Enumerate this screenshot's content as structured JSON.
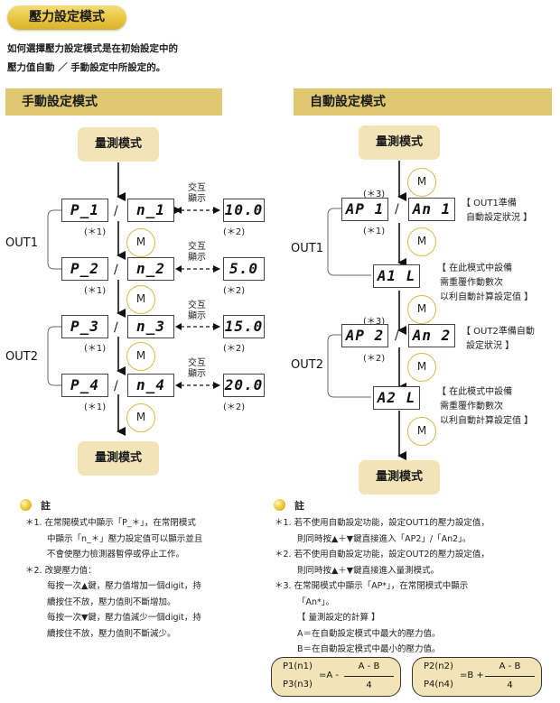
{
  "header": {
    "title": "壓力設定模式",
    "intro_lines": [
      "如何選擇壓力設定模式是在初始設定中的",
      "壓力值自動 ／ 手動設定中所設定的。"
    ]
  },
  "manual": {
    "section_title": "手動設定模式",
    "start_mode": "量測模式",
    "end_mode": "量測模式",
    "rows": [
      {
        "p": "P_1",
        "n": "n_1",
        "value": "10.0",
        "note1": "(＊1)",
        "note2": "(＊2)",
        "exchange": [
          "交互",
          "顯示"
        ]
      },
      {
        "p": "P_2",
        "n": "n_2",
        "value": "5.0",
        "note1": "(＊1)",
        "note2": "(＊2)",
        "exchange": [
          "交互",
          "顯示"
        ]
      },
      {
        "p": "P_3",
        "n": "n_3",
        "value": "15.0",
        "note1": "(＊1)",
        "note2": "(＊2)",
        "exchange": [
          "交互",
          "顯示"
        ]
      },
      {
        "p": "P_4",
        "n": "n_4",
        "value": "20.0",
        "note1": "(＊1)",
        "note2": "(＊2)",
        "exchange": [
          "交互",
          "顯示"
        ]
      }
    ],
    "slash": "/",
    "m_label": "M",
    "out_labels": [
      "OUT1",
      "OUT2"
    ]
  },
  "auto": {
    "section_title": "自動設定模式",
    "start_mode": "量測模式",
    "end_mode": "量測模式",
    "m_label": "M",
    "slash": "/",
    "out_labels": [
      "OUT1",
      "OUT2"
    ],
    "ap1": "AP 1",
    "an1": "An 1",
    "ap1_top": "(＊3)",
    "ap1_bottom": "(＊1)",
    "ap1_desc": [
      "【 OUT1準備",
      "自動設定狀況 】"
    ],
    "a1l": "A1 L",
    "a1l_desc": [
      "【 在此模式中設備",
      "需重覆作動數次",
      "以利自動計算設定值 】"
    ],
    "ap2": "AP 2",
    "an2": "An 2",
    "ap2_top": "(＊3)",
    "ap2_bottom": "(＊2)",
    "ap2_desc": [
      "【 OUT2準備自動",
      "設定狀況 】"
    ],
    "a2l": "A2 L",
    "a2l_desc": [
      "【 在此模式中設備",
      "需重覆作動數次",
      "以利自動計算設定值 】"
    ]
  },
  "notes_left": {
    "heading": "註",
    "lines": [
      "＊1. 在常開模式中顯示「P_＊」，在常閉模式",
      "中顯示「n_＊」壓力設定值可以顯示並且",
      "不會使壓力檢測器暫停或停止工作。",
      "＊2. 改變壓力值：",
      "每按一次▲鍵，壓力值增加一個digit，持",
      "續按住不放，壓力值則不斷增加。",
      "每按一次▼鍵，壓力值減少一個digit，持",
      "續按住不放，壓力值則不斷減少。"
    ]
  },
  "notes_right": {
    "heading": "註",
    "lines": [
      "＊1. 若不使用自動設定功能，設定OUT1的壓力設定值，",
      "則同時按▲＋▼鍵直接進入「AP2」/「An2」。",
      "＊2. 若不使用自動設定功能，設定OUT2的壓力設定值，",
      "則同時按▲＋▼鍵直接進入量測模式。",
      "＊3. 在常開模式中顯示「AP*」，在常閉模式中顯示",
      "「An*」。",
      "【 量測設定的計算 】",
      "A＝在自動設定模式中最大的壓力值。",
      "B＝在自動設定模式中最小的壓力值。"
    ]
  },
  "formulas": [
    {
      "lhs_top": "P1(n1)",
      "lhs_bottom": "P3(n3)",
      "op": "=A -",
      "numerator": "A - B",
      "denominator": "4"
    },
    {
      "lhs_top": "P2(n2)",
      "lhs_bottom": "P4(n4)",
      "op": "=B +",
      "numerator": "A - B",
      "denominator": "4"
    }
  ],
  "colors": {
    "gold": "#dfc871",
    "mode_fill": "#f2e4b6",
    "circle_border": "#d9b84a"
  }
}
